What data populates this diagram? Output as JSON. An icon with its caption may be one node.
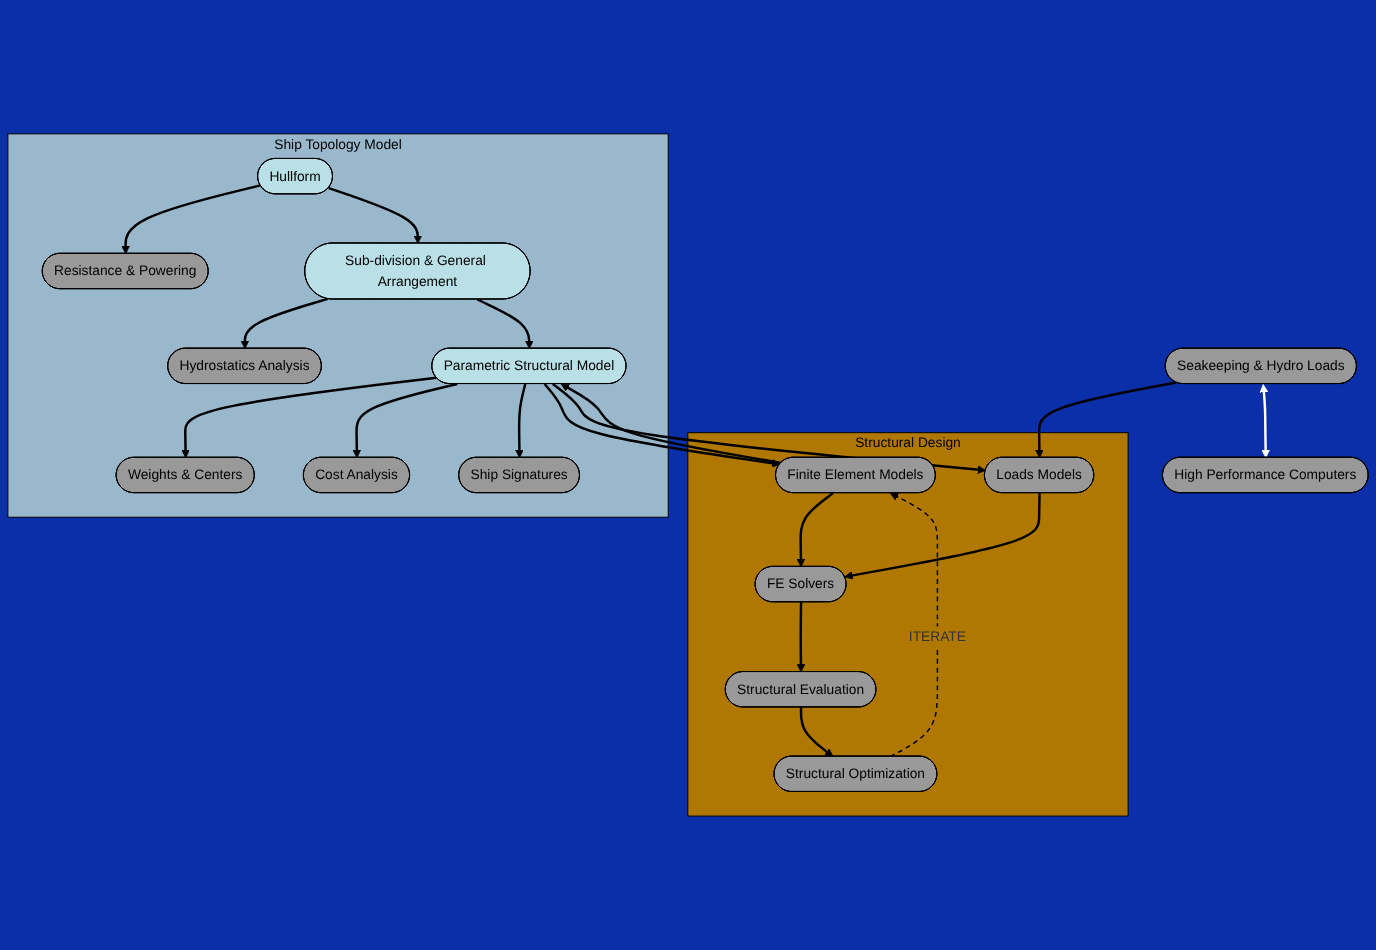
{
  "diagram": {
    "nodes": [
      {
        "text": [
          "Ship Topology Model"
        ]
      },
      {
        "text": [
          "Hullform"
        ],
        "in": 0
      },
      {
        "text": [
          "Resistance & Powering"
        ],
        "in": 0
      },
      {
        "text": [
          "Sub-division & General Arrangement"
        ],
        "in": 0
      },
      {
        "text": [
          "Hydrostatics Analysis"
        ],
        "in": 0
      },
      {
        "text": [
          "Parametric Structural Model"
        ],
        "in": 0
      },
      {
        "text": [
          "Weights & Centers"
        ],
        "in": 0
      },
      {
        "text": [
          "Cost Analysis"
        ],
        "in": 0
      },
      {
        "text": [
          "Ship Signatures"
        ],
        "in": 0
      },
      {
        "text": [
          "Structural Design"
        ]
      },
      {
        "text": [
          "Finite Element Models"
        ],
        "in": 9
      },
      {
        "text": [
          "Structural Evaluation"
        ],
        "in": 9
      },
      {
        "text": [
          "FE Solvers"
        ],
        "in": 9
      },
      {
        "text": [
          "Loads Models"
        ],
        "in": 9
      },
      {
        "text": [
          "Structural Optimization"
        ],
        "in": 9
      },
      {
        "text": [
          "Seakeeping & Hydro Loads"
        ]
      },
      {
        "text": [
          "High Performance Computers"
        ]
      }
    ],
    "edges": [
      {
        "from": 1,
        "to": 2,
        "arrow": "to"
      },
      {
        "from": 1,
        "to": 3,
        "arrow": "to"
      },
      {
        "from": 3,
        "to": 4,
        "arrow": "to"
      },
      {
        "from": 3,
        "to": 5,
        "arrow": "to"
      },
      {
        "from": 5,
        "to": 6,
        "arrow": "to"
      },
      {
        "from": 5,
        "to": 7,
        "arrow": "to"
      },
      {
        "from": 5,
        "to": 8,
        "arrow": "to"
      },
      {
        "from": 5,
        "to": 10,
        "arrow": "to"
      },
      {
        "from": 10,
        "to": 5,
        "arrow": "to"
      },
      {
        "from": 5,
        "to": 13,
        "arrow": "to"
      },
      {
        "from": 15,
        "to": 13,
        "arrow": "to"
      },
      {
        "from": 10,
        "to": 12,
        "arrow": "to"
      },
      {
        "from": 13,
        "to": 12,
        "arrow": "to"
      },
      {
        "from": 12,
        "to": 11,
        "arrow": "to"
      },
      {
        "from": 11,
        "to": 14,
        "arrow": "to"
      },
      {
        "from": 14,
        "to": 10,
        "arrow": "to",
        "label": "ITERATE",
        "style": "dashed"
      },
      {
        "from": 15,
        "to": 16,
        "arrow": "both",
        "color": "#ffffff"
      }
    ]
  }
}
